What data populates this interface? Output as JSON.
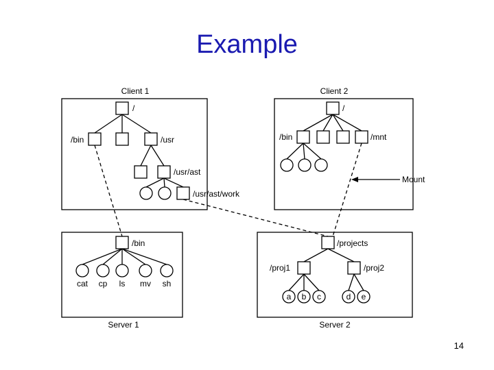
{
  "slide": {
    "title": "Example",
    "page_number": "14"
  },
  "diagram": {
    "client1": {
      "caption": "Client 1",
      "root": "/",
      "bin": "/bin",
      "usr": "/usr",
      "usr_ast": "/usr/ast",
      "usr_ast_work": "/usr/ast/work"
    },
    "client2": {
      "caption": "Client 2",
      "root": "/",
      "bin": "/bin",
      "mnt": "/mnt"
    },
    "mount_label": "Mount",
    "server1": {
      "caption": "Server 1",
      "bin": "/bin",
      "files": [
        "cat",
        "cp",
        "ls",
        "mv",
        "sh"
      ]
    },
    "server2": {
      "caption": "Server 2",
      "projects": "/projects",
      "proj1": "/proj1",
      "proj2": "/proj2",
      "proj1_files": [
        "a",
        "b",
        "c"
      ],
      "proj2_files": [
        "d",
        "e"
      ]
    }
  }
}
